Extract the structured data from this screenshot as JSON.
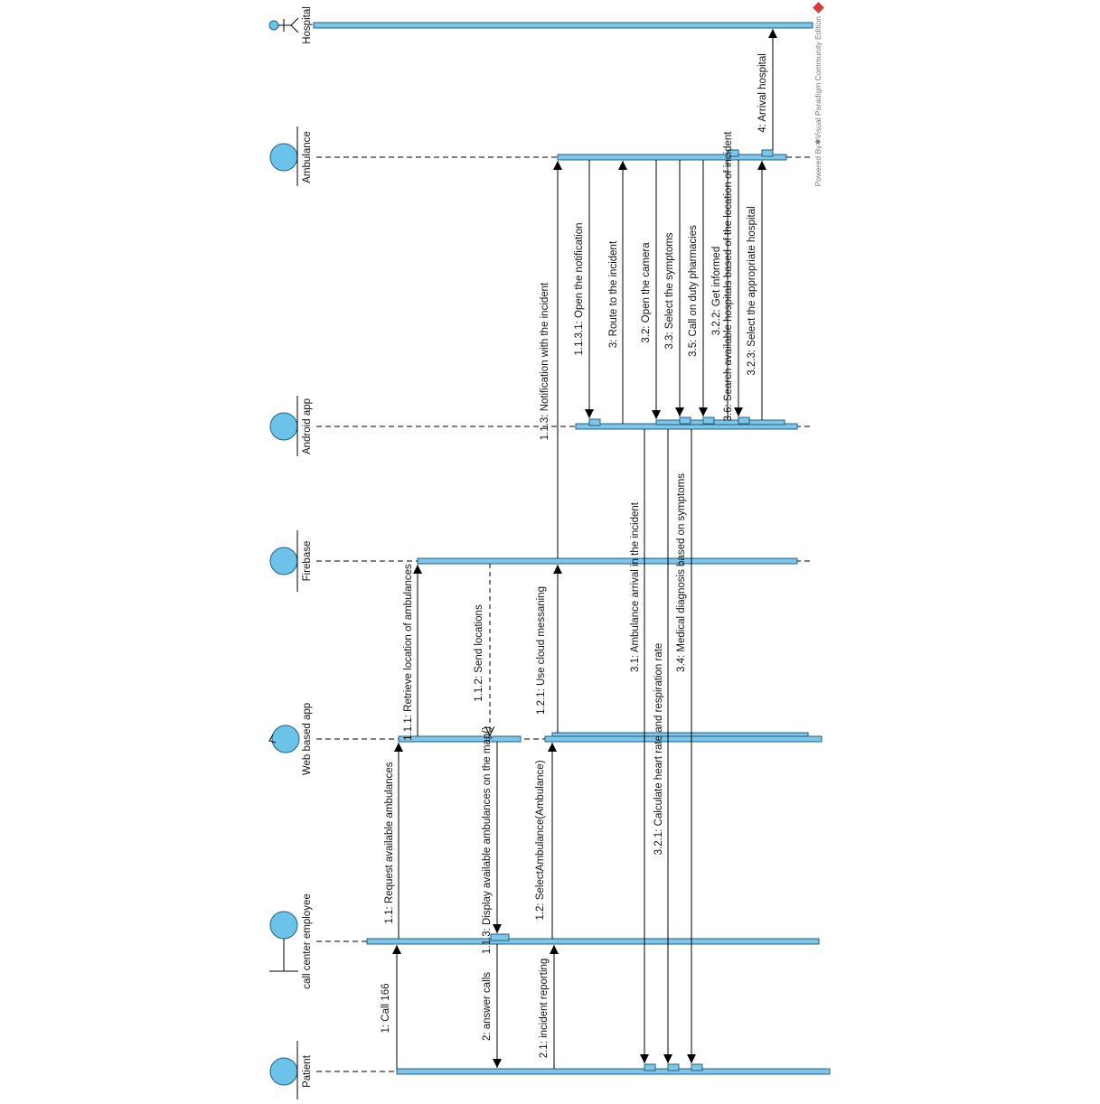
{
  "diagram": {
    "colors": {
      "bar_fill": "#7fc6e6",
      "bar_stroke": "#1f5f86",
      "actor_fill": "#6cc3ea",
      "line": "#000000",
      "watermark_icon": "#d83a3a"
    },
    "lifelines": [
      {
        "id": "hospital",
        "name": "Hospital",
        "kind": "actor"
      },
      {
        "id": "ambulance",
        "name": "Ambulance",
        "kind": "entity"
      },
      {
        "id": "android",
        "name": "Android app",
        "kind": "entity"
      },
      {
        "id": "firebase",
        "name": "Firebase",
        "kind": "entity"
      },
      {
        "id": "web",
        "name": "Web based app",
        "kind": "control"
      },
      {
        "id": "callcenter",
        "name": "call center employee",
        "kind": "boundary"
      },
      {
        "id": "patient",
        "name": "Patient",
        "kind": "entity"
      }
    ],
    "messages": [
      {
        "label": "1: Call 166",
        "from": "patient",
        "to": "callcenter",
        "style": "sync"
      },
      {
        "label": "1.1: Request available ambulances",
        "from": "callcenter",
        "to": "web",
        "style": "sync"
      },
      {
        "label": "1.1.1: Retrieve location of ambulances",
        "from": "web",
        "to": "firebase",
        "style": "sync"
      },
      {
        "label": "1.1.2: Send locations",
        "from": "firebase",
        "to": "web",
        "style": "return"
      },
      {
        "label": "1.1.3: Display available ambulances on the map()",
        "from": "web",
        "to": "callcenter",
        "style": "sync"
      },
      {
        "label": "2: answer calls",
        "from": "callcenter",
        "to": "patient",
        "style": "sync"
      },
      {
        "label": "2.1: incident reporting",
        "from": "patient",
        "to": "callcenter",
        "style": "sync"
      },
      {
        "label": "1.2: SelectAmbulance(Ambulance)",
        "from": "callcenter",
        "to": "web",
        "style": "sync"
      },
      {
        "label": "1.2.1: Use cloud messaning",
        "from": "web",
        "to": "firebase",
        "style": "sync"
      },
      {
        "label": "1.1.3: Notification with the incident",
        "from": "firebase",
        "to": "ambulance",
        "style": "sync"
      },
      {
        "label": "1.1.3.1: Open the notification",
        "from": "ambulance",
        "to": "android",
        "style": "sync"
      },
      {
        "label": "3: Route to the incident",
        "from": "android",
        "to": "ambulance",
        "style": "sync"
      },
      {
        "label": "3.2: Open the camera",
        "from": "ambulance",
        "to": "android",
        "style": "sync"
      },
      {
        "label": "3.3: Select the symptoms",
        "from": "ambulance",
        "to": "android",
        "style": "sync"
      },
      {
        "label": "3.5: Call on duty pharmacies",
        "from": "ambulance",
        "to": "android",
        "style": "sync"
      },
      {
        "label": "3.2.2: Get informed",
        "from": "ambulance",
        "to": "android",
        "style": "sync"
      },
      {
        "label": "3.6: Search available hospitals based of the location of incident",
        "from": "ambulance",
        "to": "android",
        "style": "sync"
      },
      {
        "label": "3.2.3: Select the appropriate hospital",
        "from": "android",
        "to": "ambulance",
        "style": "sync"
      },
      {
        "label": "4: Arrival hospital",
        "from": "ambulance",
        "to": "hospital",
        "style": "sync"
      },
      {
        "label": "3.1: Ambulance arrival in the incident",
        "from": "android",
        "to": "patient",
        "style": "sync"
      },
      {
        "label": "3.2.1: Calculate heart rate and respiration rate",
        "from": "android",
        "to": "patient",
        "style": "sync"
      },
      {
        "label": "3.4: Medical diagnosis based on symptoms",
        "from": "android",
        "to": "patient",
        "style": "sync"
      }
    ],
    "watermark": "Powered By✱Visual Paradigm Community Edition"
  }
}
